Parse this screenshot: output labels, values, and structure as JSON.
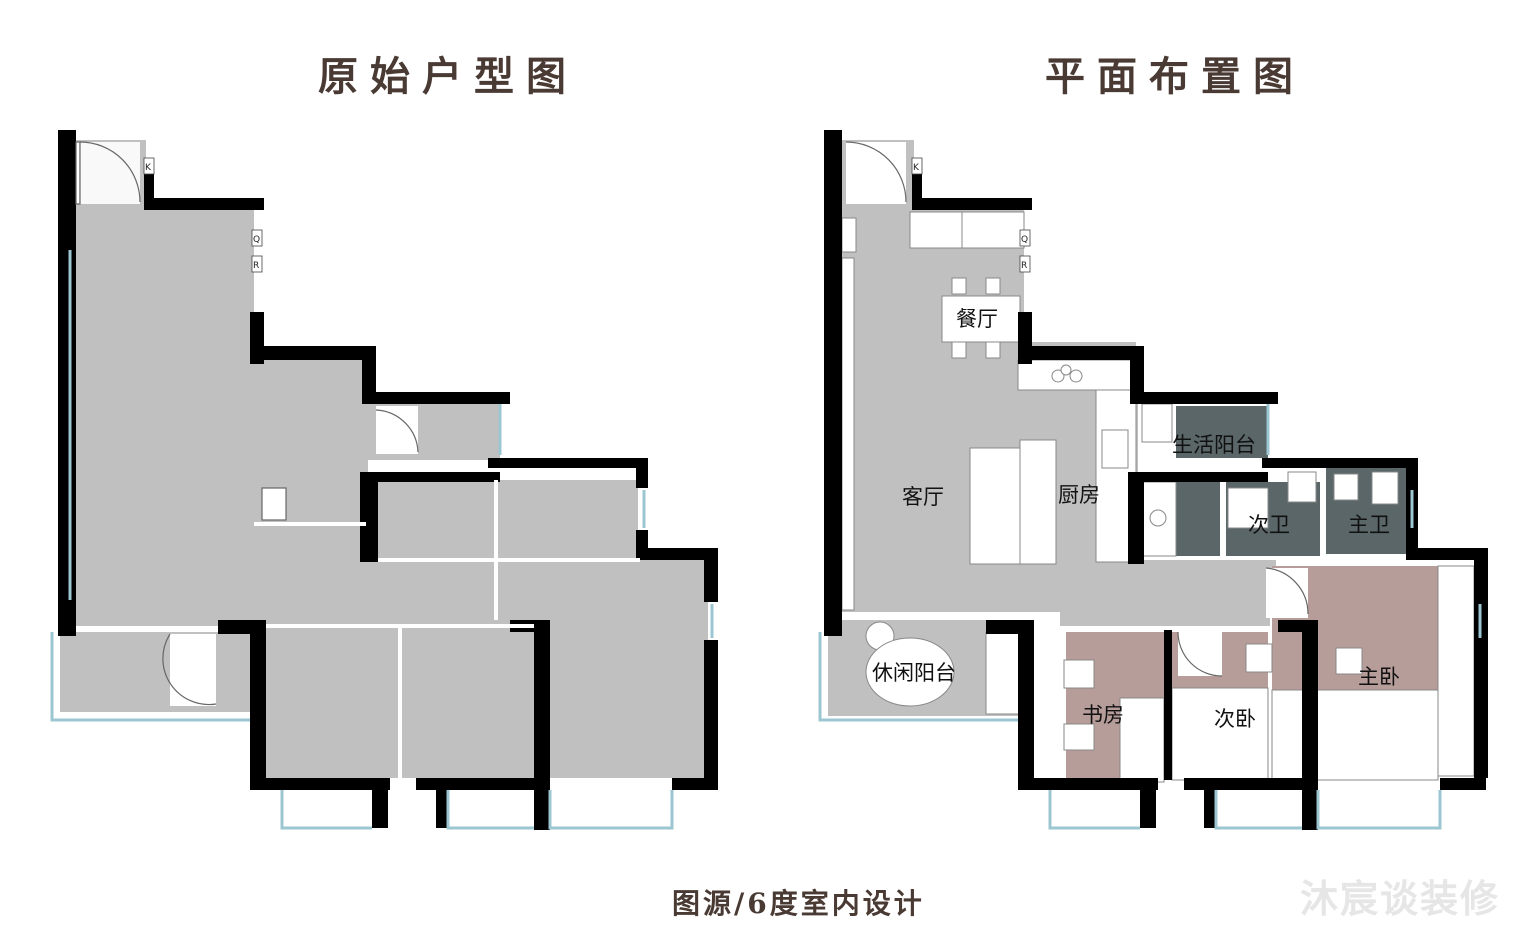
{
  "titles": {
    "original": "原始户型图",
    "layout": "平面布置图"
  },
  "caption": "图源/6度室内设计",
  "watermark": "沐宸谈装修",
  "markers": {
    "k": "K",
    "q": "Q",
    "r": "R"
  },
  "rooms": {
    "dining": "餐厅",
    "balcony_service": "生活阳台",
    "living": "客厅",
    "kitchen": "厨房",
    "bath_second": "次卫",
    "bath_master": "主卫",
    "balcony_leisure": "休闲阳台",
    "master_bedroom": "主卧",
    "study": "书房",
    "second_bedroom": "次卧"
  },
  "colors": {
    "wall": "#000000",
    "floor": "#c0c0c0",
    "bedroom_floor": "#b69d9a",
    "wet_area": "#5a6668",
    "window": "#9cc7d2",
    "title": "#4a3a34"
  }
}
